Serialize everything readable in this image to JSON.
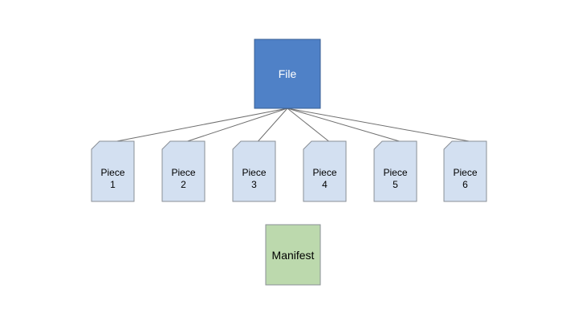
{
  "diagram": {
    "file": {
      "label": "File",
      "fill": "#4f81c7",
      "stroke": "#3a5f93"
    },
    "pieces": [
      {
        "line1": "Piece",
        "line2": "1"
      },
      {
        "line1": "Piece",
        "line2": "2"
      },
      {
        "line1": "Piece",
        "line2": "3"
      },
      {
        "line1": "Piece",
        "line2": "4"
      },
      {
        "line1": "Piece",
        "line2": "5"
      },
      {
        "line1": "Piece",
        "line2": "6"
      }
    ],
    "piece_style": {
      "fill": "#d3e0f1",
      "stroke": "#8a8f96"
    },
    "manifest": {
      "label": "Manifest",
      "fill": "#bcd9ad",
      "stroke": "#8a8f96"
    },
    "connector_color": "#6f6f6f"
  }
}
